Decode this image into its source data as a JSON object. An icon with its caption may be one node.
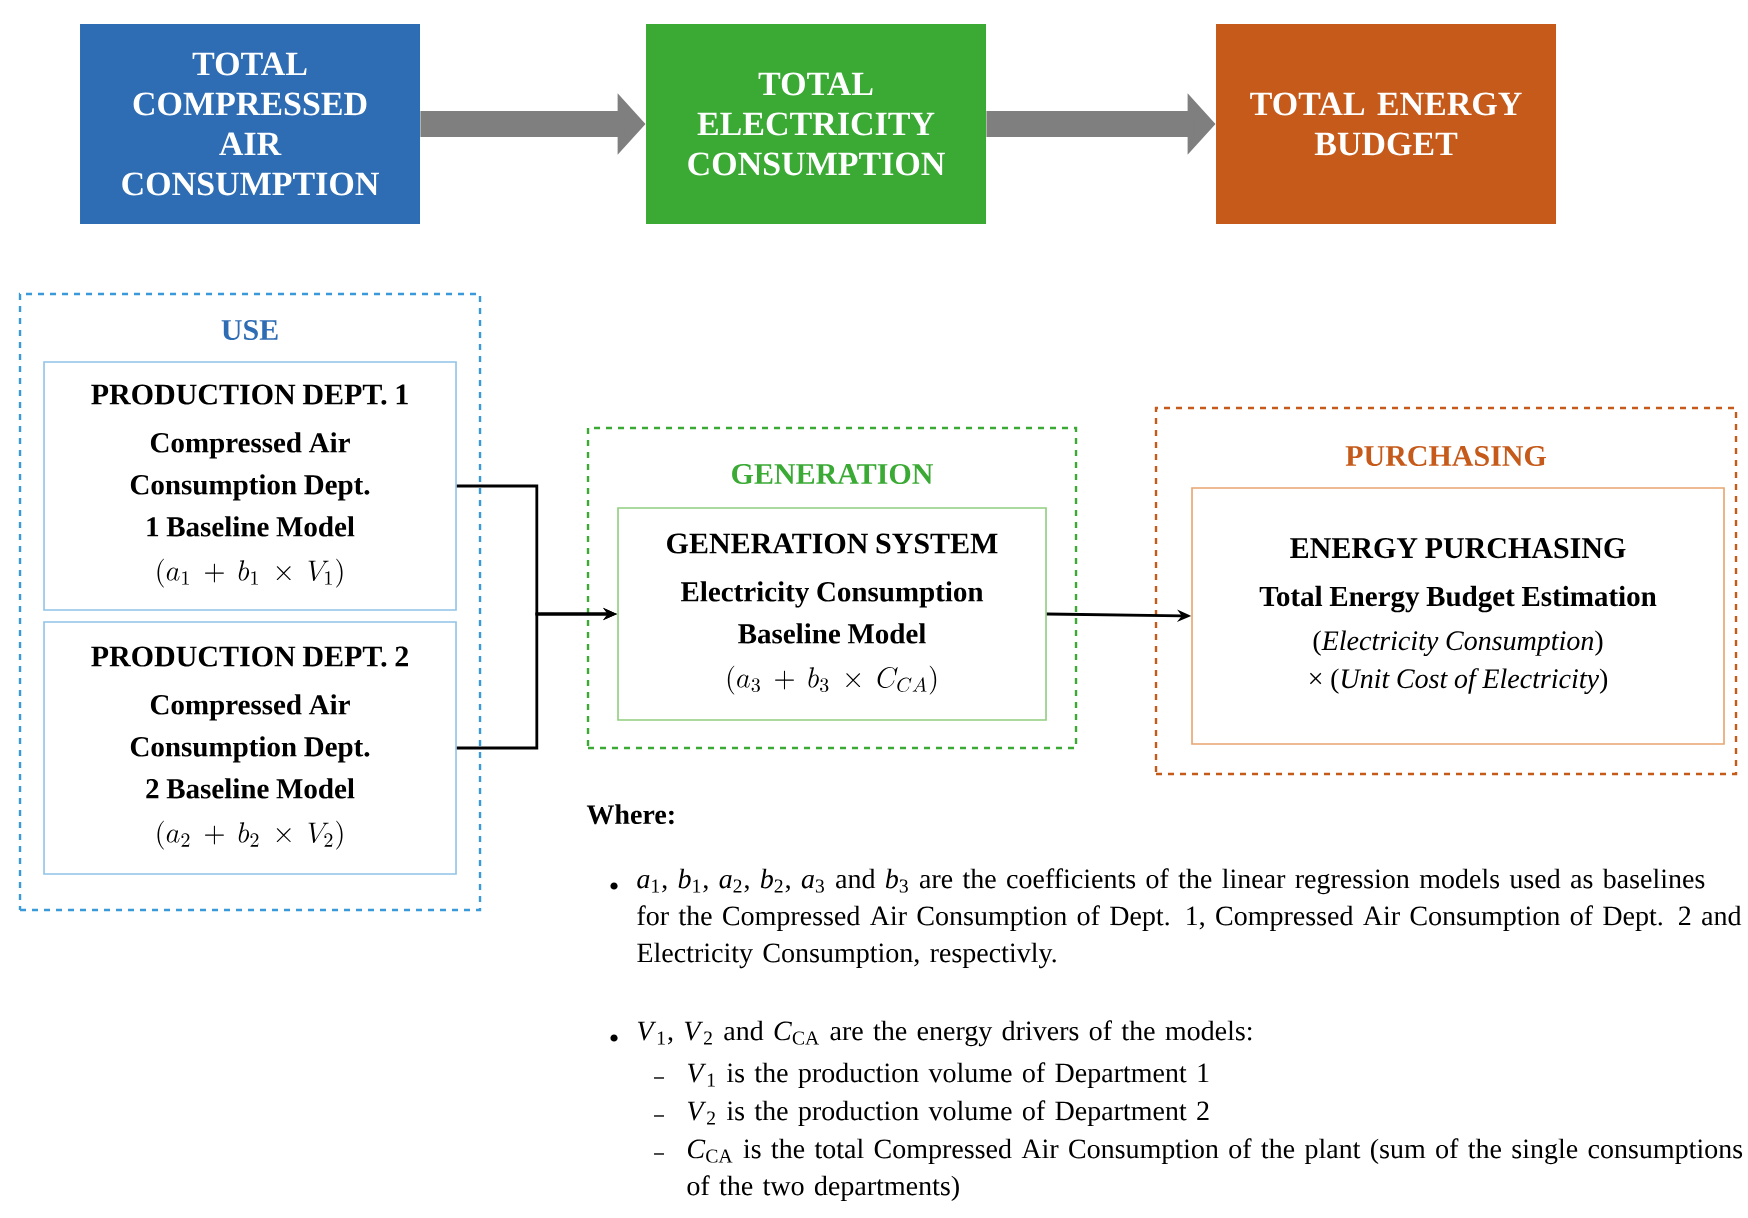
{
  "diagram": {
    "nodes": [
      {
        "text": [
          "TOTAL COMPRESSED AIR CONSUMPTION"
        ]
      },
      {
        "text": [
          "TOTAL ELECTRICITY CONSUMPTION"
        ]
      },
      {
        "text": [
          "TOTAL ENERGY BUDGET"
        ]
      },
      {
        "text": [
          "USE"
        ]
      },
      {
        "text": [
          "PRODUCTION DEPT. 1",
          "Compressed Air Consumption Dept. 1 Baseline Model",
          "(a_1 + b_1 \\times V_1)"
        ],
        "in": 3
      },
      {
        "text": [
          "PRODUCTION DEPT. 2",
          "Compressed Air Consumption Dept. 2 Baseline Model",
          "(a_2 + b_2 \\times V_2)"
        ],
        "in": 3
      },
      {
        "text": [
          "GENERATION"
        ]
      },
      {
        "text": [
          "GENERATION SYSTEM",
          "Electricity Consumption Baseline Model",
          "(a_3 + b_3 \\times C_{CA})"
        ],
        "in": 6
      },
      {
        "text": [
          "PURCHASING"
        ]
      },
      {
        "text": [
          "ENERGY PURCHASING",
          "Total Energy Budget Estimation",
          "(*Electricity Consumption*) × (*Unit Cost of Electricity*)"
        ],
        "in": 8
      }
    ],
    "edges": [
      {
        "from": 0,
        "to": 1,
        "arrow": "to",
        "style": "thick",
        "color": "#7f7f7f"
      },
      {
        "from": 1,
        "to": 2,
        "arrow": "to",
        "style": "thick",
        "color": "#7f7f7f"
      },
      {
        "from": 4,
        "to": 7,
        "arrow": "to"
      },
      {
        "from": 5,
        "to": 7,
        "arrow": "to"
      },
      {
        "from": 7,
        "to": 9,
        "arrow": "to"
      }
    ],
    "labels": [
      "Where:",
      "*a*$_{1}$, *b*$_{1}$, *a*$_{2}$, *b*$_{2}$, *a*$_{3}$ and *b*$_{3}$ are the coefficients of the linear regression models used as baselines for the Compressed Air Consumption of Dept. 1, Compressed Air Consumption of Dept. 2 and Electricity Consumption, respectivly.",
      "*V*$_{1}$, *V*$_{2}$ and *C*$_{CA}$ are the energy drivers of the models:",
      "*V*$_{1}$ is the production volume of Department 1",
      "*V*$_{2}$ is the production volume of Department 2",
      "*C*$_{CA}$ is the total Compressed Air Consumption of the plant (sum of the single consumptions of the two departments)"
    ]
  }
}
